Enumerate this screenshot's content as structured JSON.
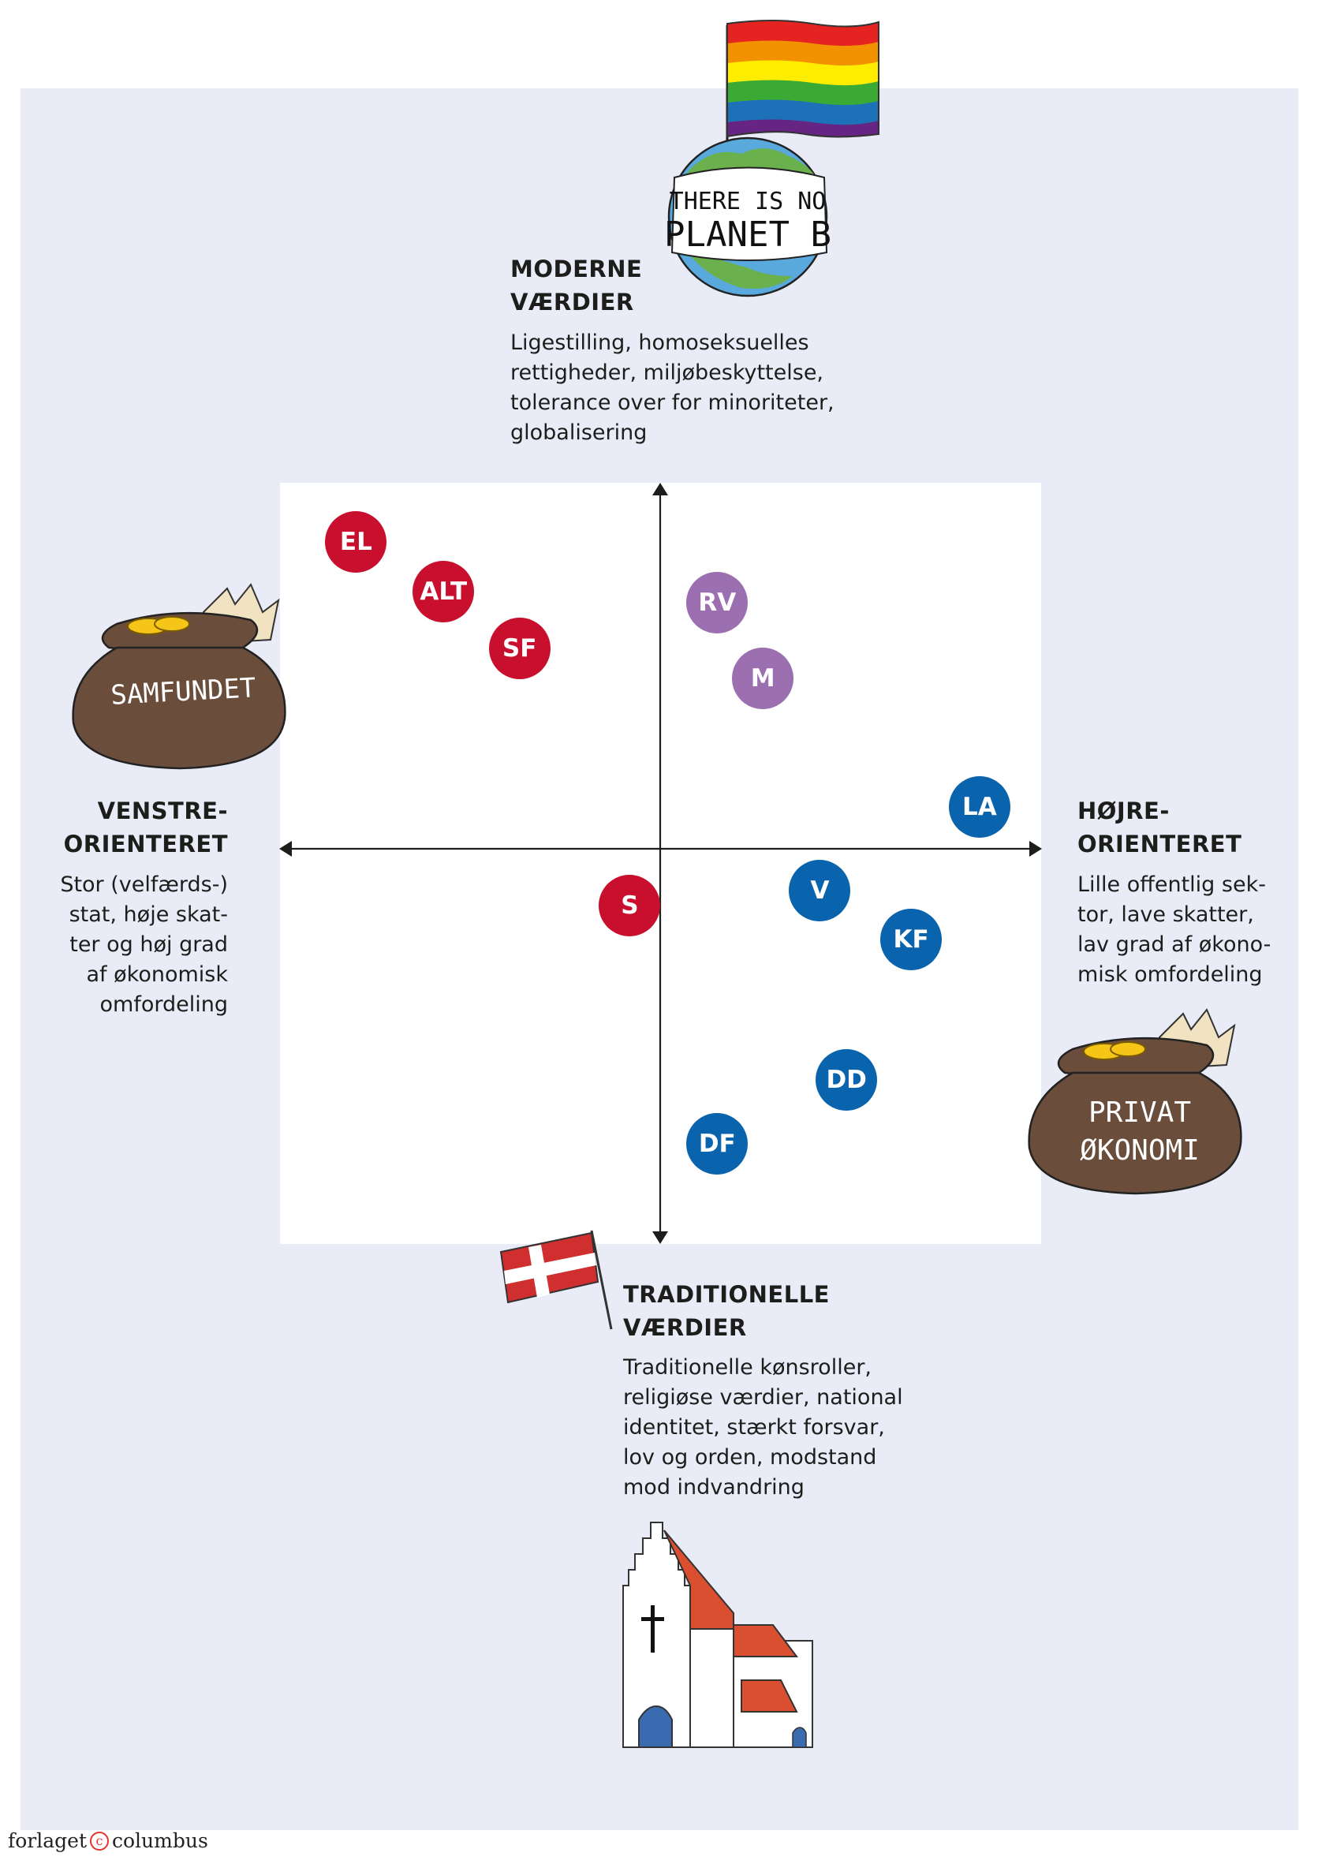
{
  "top_label": {
    "heading_line1": "MODERNE",
    "heading_line2": "VÆRDIER",
    "desc": [
      "Ligestilling, homoseksuelles",
      "rettigheder, miljøbeskyttelse,",
      "tolerance over for minoriteter,",
      "globalisering"
    ]
  },
  "bottom_label": {
    "heading_line1": "TRADITIONELLE",
    "heading_line2": "VÆRDIER",
    "desc": [
      "Traditionelle kønsroller,",
      "religiøse værdier, national",
      "identitet, stærkt forsvar,",
      "lov og orden, modstand",
      "mod indvandring"
    ]
  },
  "left_label": {
    "heading_line1": "VENSTRE-",
    "heading_line2": "ORIENTERET",
    "desc": [
      "Stor (velfærds-)",
      "stat, høje skat-",
      "ter og høj grad",
      "af økonomisk",
      "omfordeling"
    ]
  },
  "right_label": {
    "heading_line1": "HØJRE-",
    "heading_line2": "ORIENTERET",
    "desc": [
      "Lille offentlig sek-",
      "tor, lave skatter,",
      "lav grad af økono-",
      "misk omfordeling"
    ]
  },
  "illustrations": {
    "globe_text_line1": "THERE IS NO",
    "globe_text_line2": "PLANET B",
    "left_bag_text": "SAMFUNDET",
    "right_bag_text_line1": "PRIVAT",
    "right_bag_text_line2": "ØKONOMI"
  },
  "colors": {
    "red": "#c8102e",
    "purple": "#9b6fb0",
    "blue": "#0a63ad",
    "panel": "#e9ecf7"
  },
  "chart_data": {
    "type": "scatter",
    "xlim": [
      -1,
      1
    ],
    "ylim": [
      -1,
      1
    ],
    "grid": false,
    "points": [
      {
        "label": "EL",
        "x": -0.8,
        "y": 0.81,
        "group": "red"
      },
      {
        "label": "ALT",
        "x": -0.57,
        "y": 0.68,
        "group": "red"
      },
      {
        "label": "SF",
        "x": -0.37,
        "y": 0.53,
        "group": "red"
      },
      {
        "label": "RV",
        "x": 0.15,
        "y": 0.65,
        "group": "purple"
      },
      {
        "label": "M",
        "x": 0.27,
        "y": 0.45,
        "group": "purple"
      },
      {
        "label": "LA",
        "x": 0.84,
        "y": 0.11,
        "group": "blue"
      },
      {
        "label": "V",
        "x": 0.42,
        "y": -0.11,
        "group": "blue"
      },
      {
        "label": "S",
        "x": -0.08,
        "y": -0.15,
        "group": "red"
      },
      {
        "label": "KF",
        "x": 0.66,
        "y": -0.24,
        "group": "blue"
      },
      {
        "label": "DD",
        "x": 0.49,
        "y": -0.61,
        "group": "blue"
      },
      {
        "label": "DF",
        "x": 0.15,
        "y": -0.78,
        "group": "blue"
      }
    ]
  },
  "footer": {
    "brand_left": "forlaget",
    "brand_mark": "c",
    "brand_right": "columbus"
  }
}
